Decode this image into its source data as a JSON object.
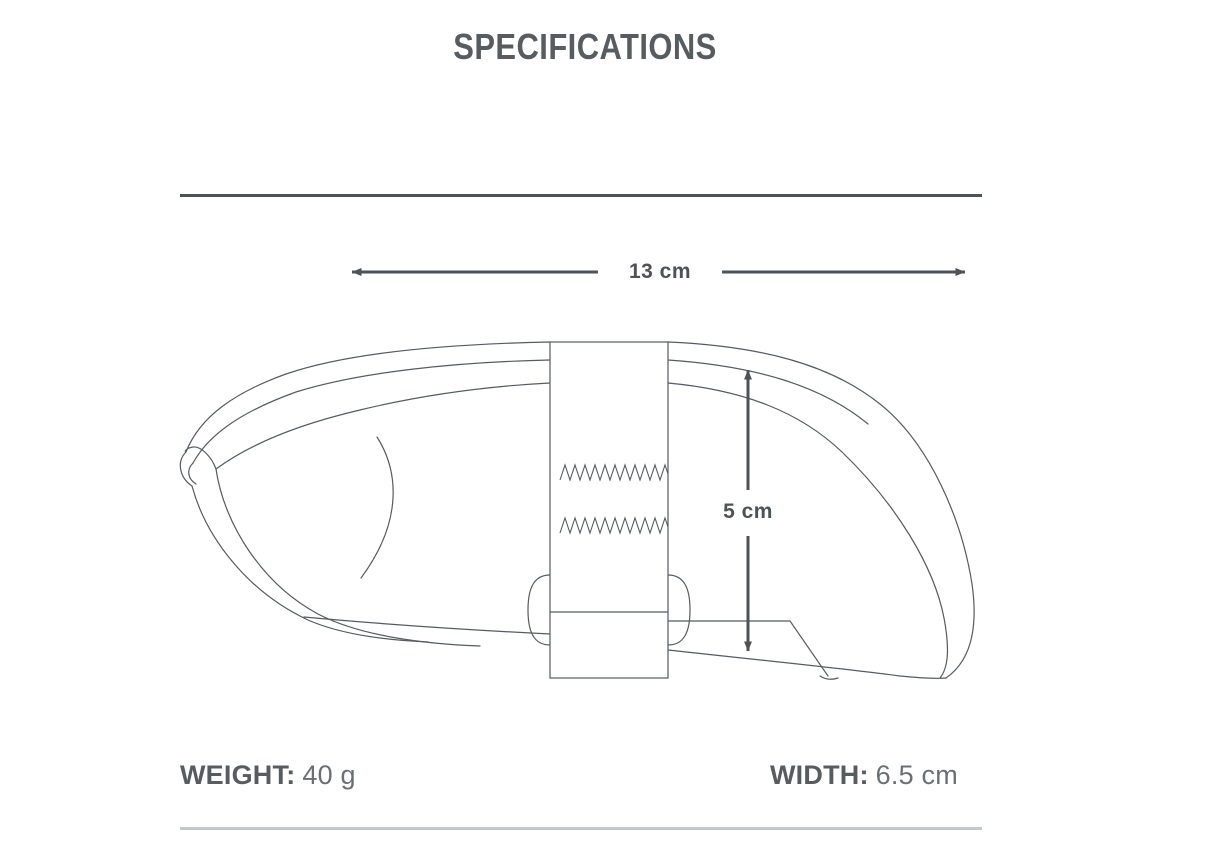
{
  "page": {
    "title": "SPECIFICATIONS",
    "background_color": "#ffffff",
    "title_color": "#565c60",
    "rule_color_top": "#4c5256",
    "rule_color_bottom": "#c3c8cc",
    "line_art_color": "#555b5f",
    "dimension_color": "#4c5256"
  },
  "dimensions": {
    "length": {
      "label": "13 cm",
      "orientation": "horizontal",
      "value": 13,
      "unit": "cm"
    },
    "height": {
      "label": "5 cm",
      "orientation": "vertical",
      "value": 5,
      "unit": "cm"
    }
  },
  "specs": [
    {
      "key": "WEIGHT:",
      "value": "40 g"
    },
    {
      "key": "WIDTH:",
      "value": "6.5 cm"
    }
  ],
  "illustration": {
    "name": "saddle-bag-line-drawing",
    "description": "Side profile line drawing of a bicycle saddle bag with a vertical mounting strap and zigzag stitching"
  }
}
